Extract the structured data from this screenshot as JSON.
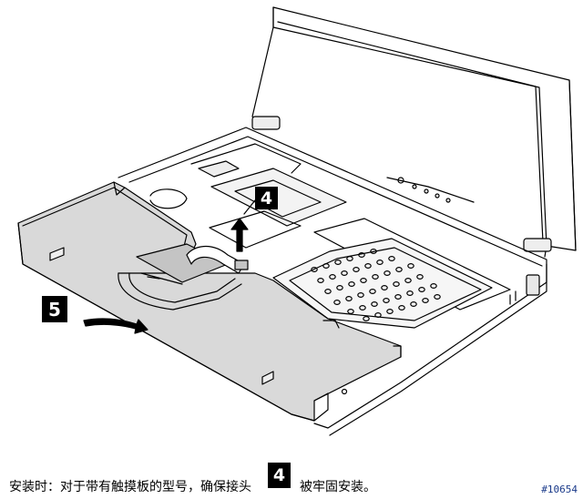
{
  "steps": {
    "step_4": "4",
    "step_5": "5"
  },
  "caption": {
    "text_before": "安装时：对于带有触摸板的型号，确保接头",
    "step_ref": "4",
    "text_after": "被牢固安装。"
  },
  "reference_id": "#10654",
  "colors": {
    "line": "#000000",
    "panel_fill": "#d9d9d9",
    "panel_dark": "#c4c4c4",
    "background": "#ffffff",
    "id_text": "#1a3a8a"
  },
  "icons": [
    "arrow-up-icon",
    "arrow-curved-left-icon"
  ]
}
